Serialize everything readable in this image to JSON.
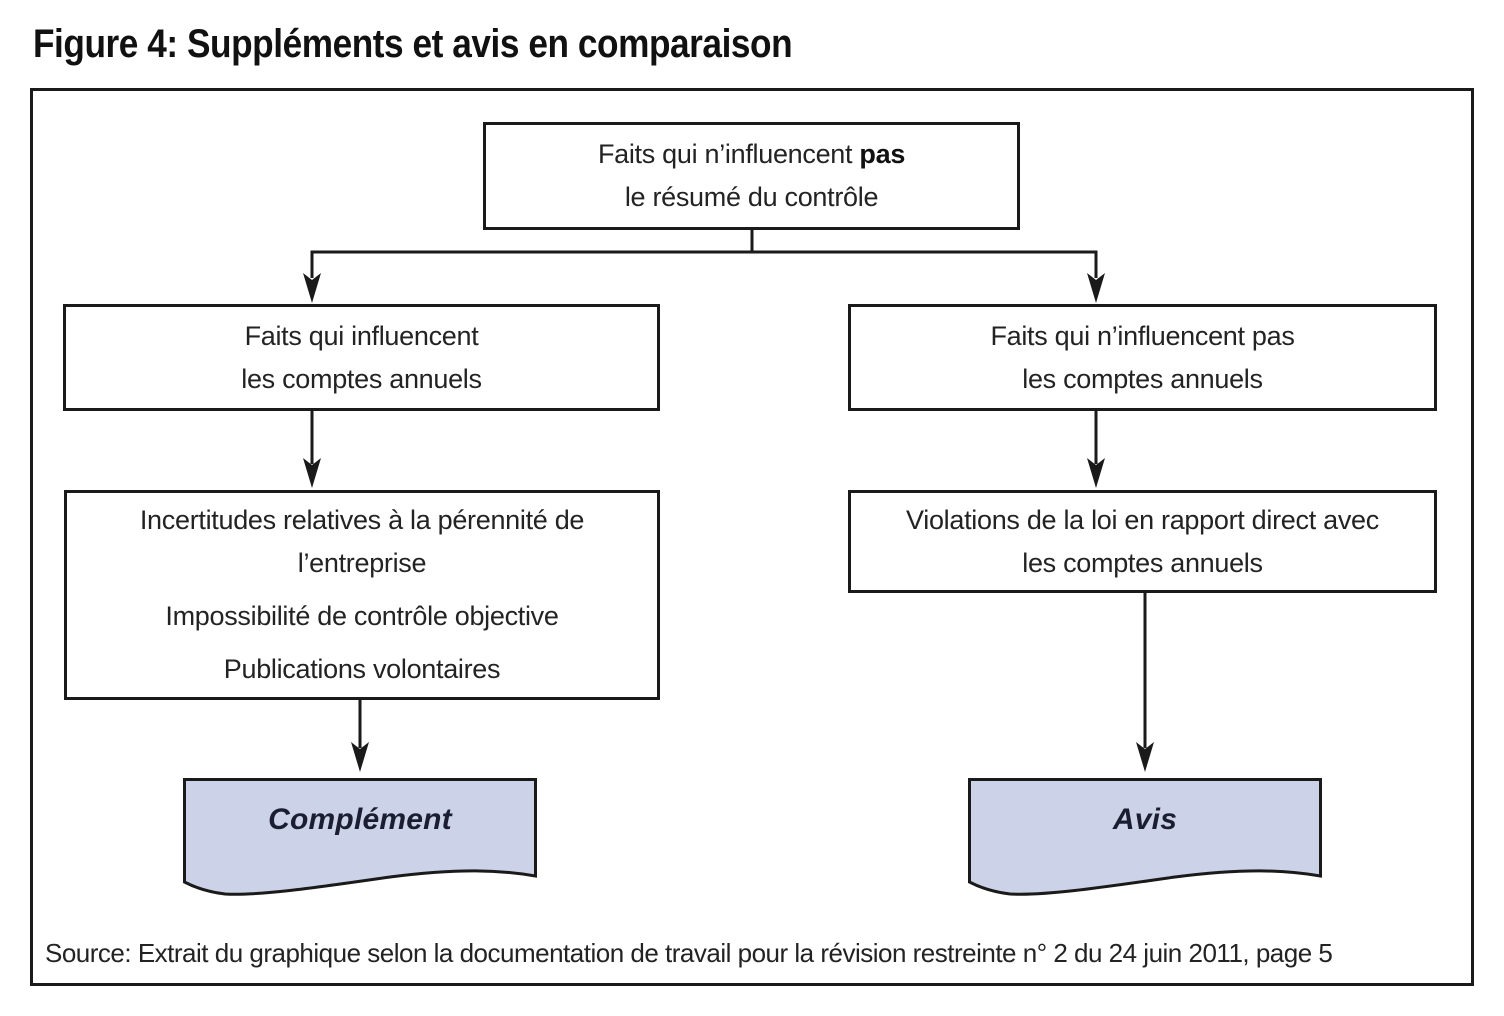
{
  "figure": {
    "title": "Figure 4: Suppléments et avis en comparaison",
    "source": "Source: Extrait du graphique selon la documentation de travail pour la révision restreinte n° 2 du 24 juin 2011, page 5"
  },
  "flowchart": {
    "root": {
      "line1_prefix": "Faits qui n’influencent ",
      "line1_bold": "pas",
      "line2": "le résumé du contrôle"
    },
    "left_branch": {
      "level1": {
        "line1": "Faits qui influencent",
        "line2": "les comptes annuels"
      },
      "level2": {
        "item1_line1": "Incertitudes relatives à la pérennité de",
        "item1_line2": "l’entreprise",
        "item2": "Impossibilité de contrôle objective",
        "item3": "Publications volontaires"
      },
      "result": "Complément"
    },
    "right_branch": {
      "level1": {
        "line1": "Faits qui n’influencent pas",
        "line2": "les comptes annuels"
      },
      "level2": {
        "line1": "Violations de la loi en rapport direct avec",
        "line2": "les comptes annuels"
      },
      "result": "Avis"
    },
    "colors": {
      "document_fill": "#ccd3e8",
      "line_color": "#1a1a1a",
      "text_color": "#232323"
    }
  }
}
